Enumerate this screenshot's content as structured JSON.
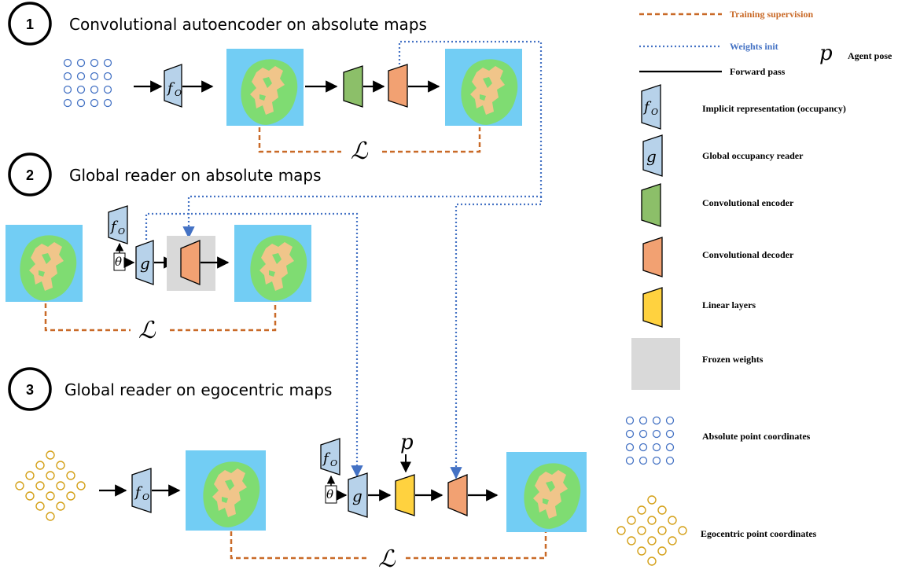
{
  "colors": {
    "supervision": "#c96a28",
    "weights_init": "#4472c4",
    "forward": "#000000",
    "implicit_fill": "#b7d2ea",
    "encoder_fill": "#8cbf69",
    "decoder_fill": "#f2a172",
    "linear_fill": "#ffd23f",
    "frozen_fill": "#d9d9d9",
    "map_bg": "#72cdf4",
    "map_green": "#7fdc72",
    "map_tan": "#f0c58a",
    "absolute_points": "#4472c4",
    "egocentric_points": "#d4a017"
  },
  "steps": [
    {
      "number": "1",
      "title": "Convolutional autoencoder on absolute maps"
    },
    {
      "number": "2",
      "title": "Global reader on absolute maps"
    },
    {
      "number": "3",
      "title": "Global reader on egocentric maps"
    }
  ],
  "symbols": {
    "implicit": "f",
    "implicit_sub": "O",
    "reader": "g",
    "theta": "θ",
    "pose": "p",
    "loss": "ℒ"
  },
  "legend": {
    "training_supervision": "Training supervision",
    "weights_init": "Weights init",
    "agent_pose": "Agent pose",
    "forward_pass": "Forward pass",
    "implicit": "Implicit representation (occupancy)",
    "global_reader": "Global occupancy reader",
    "conv_encoder": "Convolutional encoder",
    "conv_decoder": "Convolutional decoder",
    "linear_layers": "Linear layers",
    "frozen_weights": "Frozen weights",
    "absolute_points": "Absolute point coordinates",
    "egocentric_points": "Egocentric point coordinates"
  },
  "icons": [
    "step-badge-icon",
    "implicit-network-icon",
    "reader-network-icon",
    "encoder-icon",
    "decoder-icon",
    "linear-layers-icon",
    "frozen-weights-icon",
    "occupancy-map-icon",
    "point-grid-icon"
  ]
}
